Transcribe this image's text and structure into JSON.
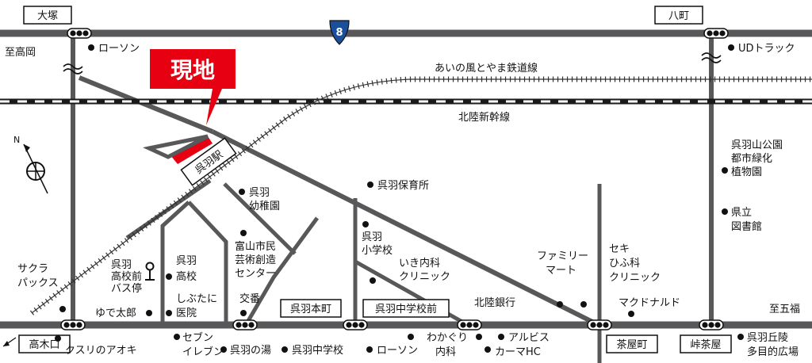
{
  "site_label": "現地",
  "station": "呉羽駅",
  "route": "8",
  "railways": {
    "ainokaze": "あいの風とやま鉄道線",
    "shinkansen": "北陸新幹線"
  },
  "intersections": {
    "otsuka": "大塚",
    "hachimachi": "八町",
    "takakiguchi": "高木口",
    "kurehahonmachi": "呉羽本町",
    "kurehachuugakkoumae": "呉羽中学校前",
    "chayamachi": "茶屋町",
    "togeochaya": "峠茶屋"
  },
  "directions": {
    "takaoka": "至高岡",
    "gofuku": "至五福"
  },
  "landmarks": {
    "lawson_top": "ローソン",
    "ud_truck": "UDトラック",
    "kureha_hoikusho": "呉羽保育所",
    "kureha_youchien": [
      "呉羽",
      "幼稚園"
    ],
    "toyama_art": [
      "富山市民",
      "芸術創造",
      "センター"
    ],
    "kureha_shougakkou": [
      "呉羽",
      "小学校"
    ],
    "iki_clinic": [
      "いき内科",
      "クリニック"
    ],
    "kureha_koukou": [
      "呉羽",
      "高校"
    ],
    "busstop": [
      "呉羽",
      "高校前",
      "バス停"
    ],
    "sakura_packs": [
      "サクラ",
      "パックス"
    ],
    "yude_taro": "ゆで太郎",
    "shibutani": [
      "しぶたに",
      "医院"
    ],
    "kouban": "交番",
    "family_mart": [
      "ファミリー",
      "マート"
    ],
    "seki_clinic": [
      "セキ",
      "ひふ科",
      "クリニック"
    ],
    "hokuriku_bank": "北陸銀行",
    "mcdonalds": "マクドナルド",
    "park": [
      "呉羽山公園",
      "都市緑化",
      "植物園"
    ],
    "library": [
      "県立",
      "図書館"
    ],
    "kusuri_aoki": "クスリのアオキ",
    "seven_eleven": [
      "セブン",
      "イレブン"
    ],
    "kureha_yu": "呉羽の湯",
    "kureha_chuugakkou": "呉羽中学校",
    "lawson_bottom": "ローソン",
    "wakaguri": [
      "わかぐり",
      "内科"
    ],
    "kama_hc": "カーマHC",
    "albis": "アルビス",
    "kureha_kyuuryou": [
      "呉羽丘陵",
      "多目的広場"
    ]
  },
  "colors": {
    "road": "#58585a",
    "rail": "#1a1a1a",
    "accent": "#e60012",
    "route_sign": "#1a4f9c"
  }
}
